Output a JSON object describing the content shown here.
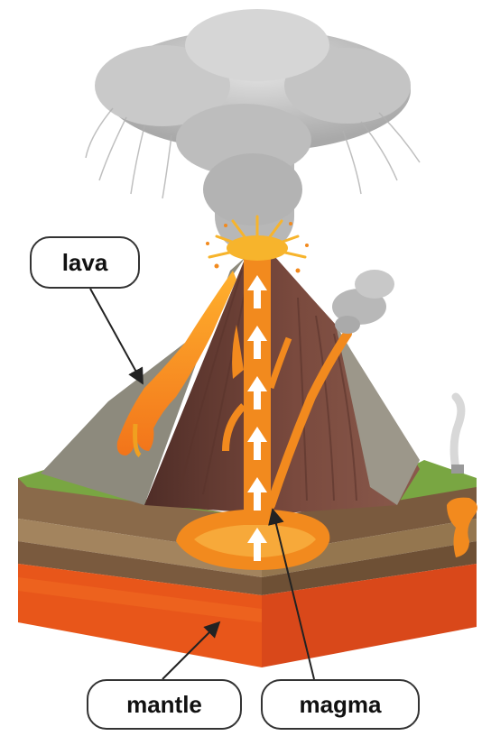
{
  "labels": {
    "lava": "lava",
    "mantle": "mantle",
    "magma": "magma"
  },
  "colors": {
    "lava_orange": "#F28A1E",
    "lava_yellow": "#F7B42C",
    "mantle_red": "#E8561A",
    "cone_brown": "#6E4036",
    "ash_gray": "#B8B8B8",
    "grass_green": "#79A642",
    "soil_brown": "#8A6A4A"
  }
}
